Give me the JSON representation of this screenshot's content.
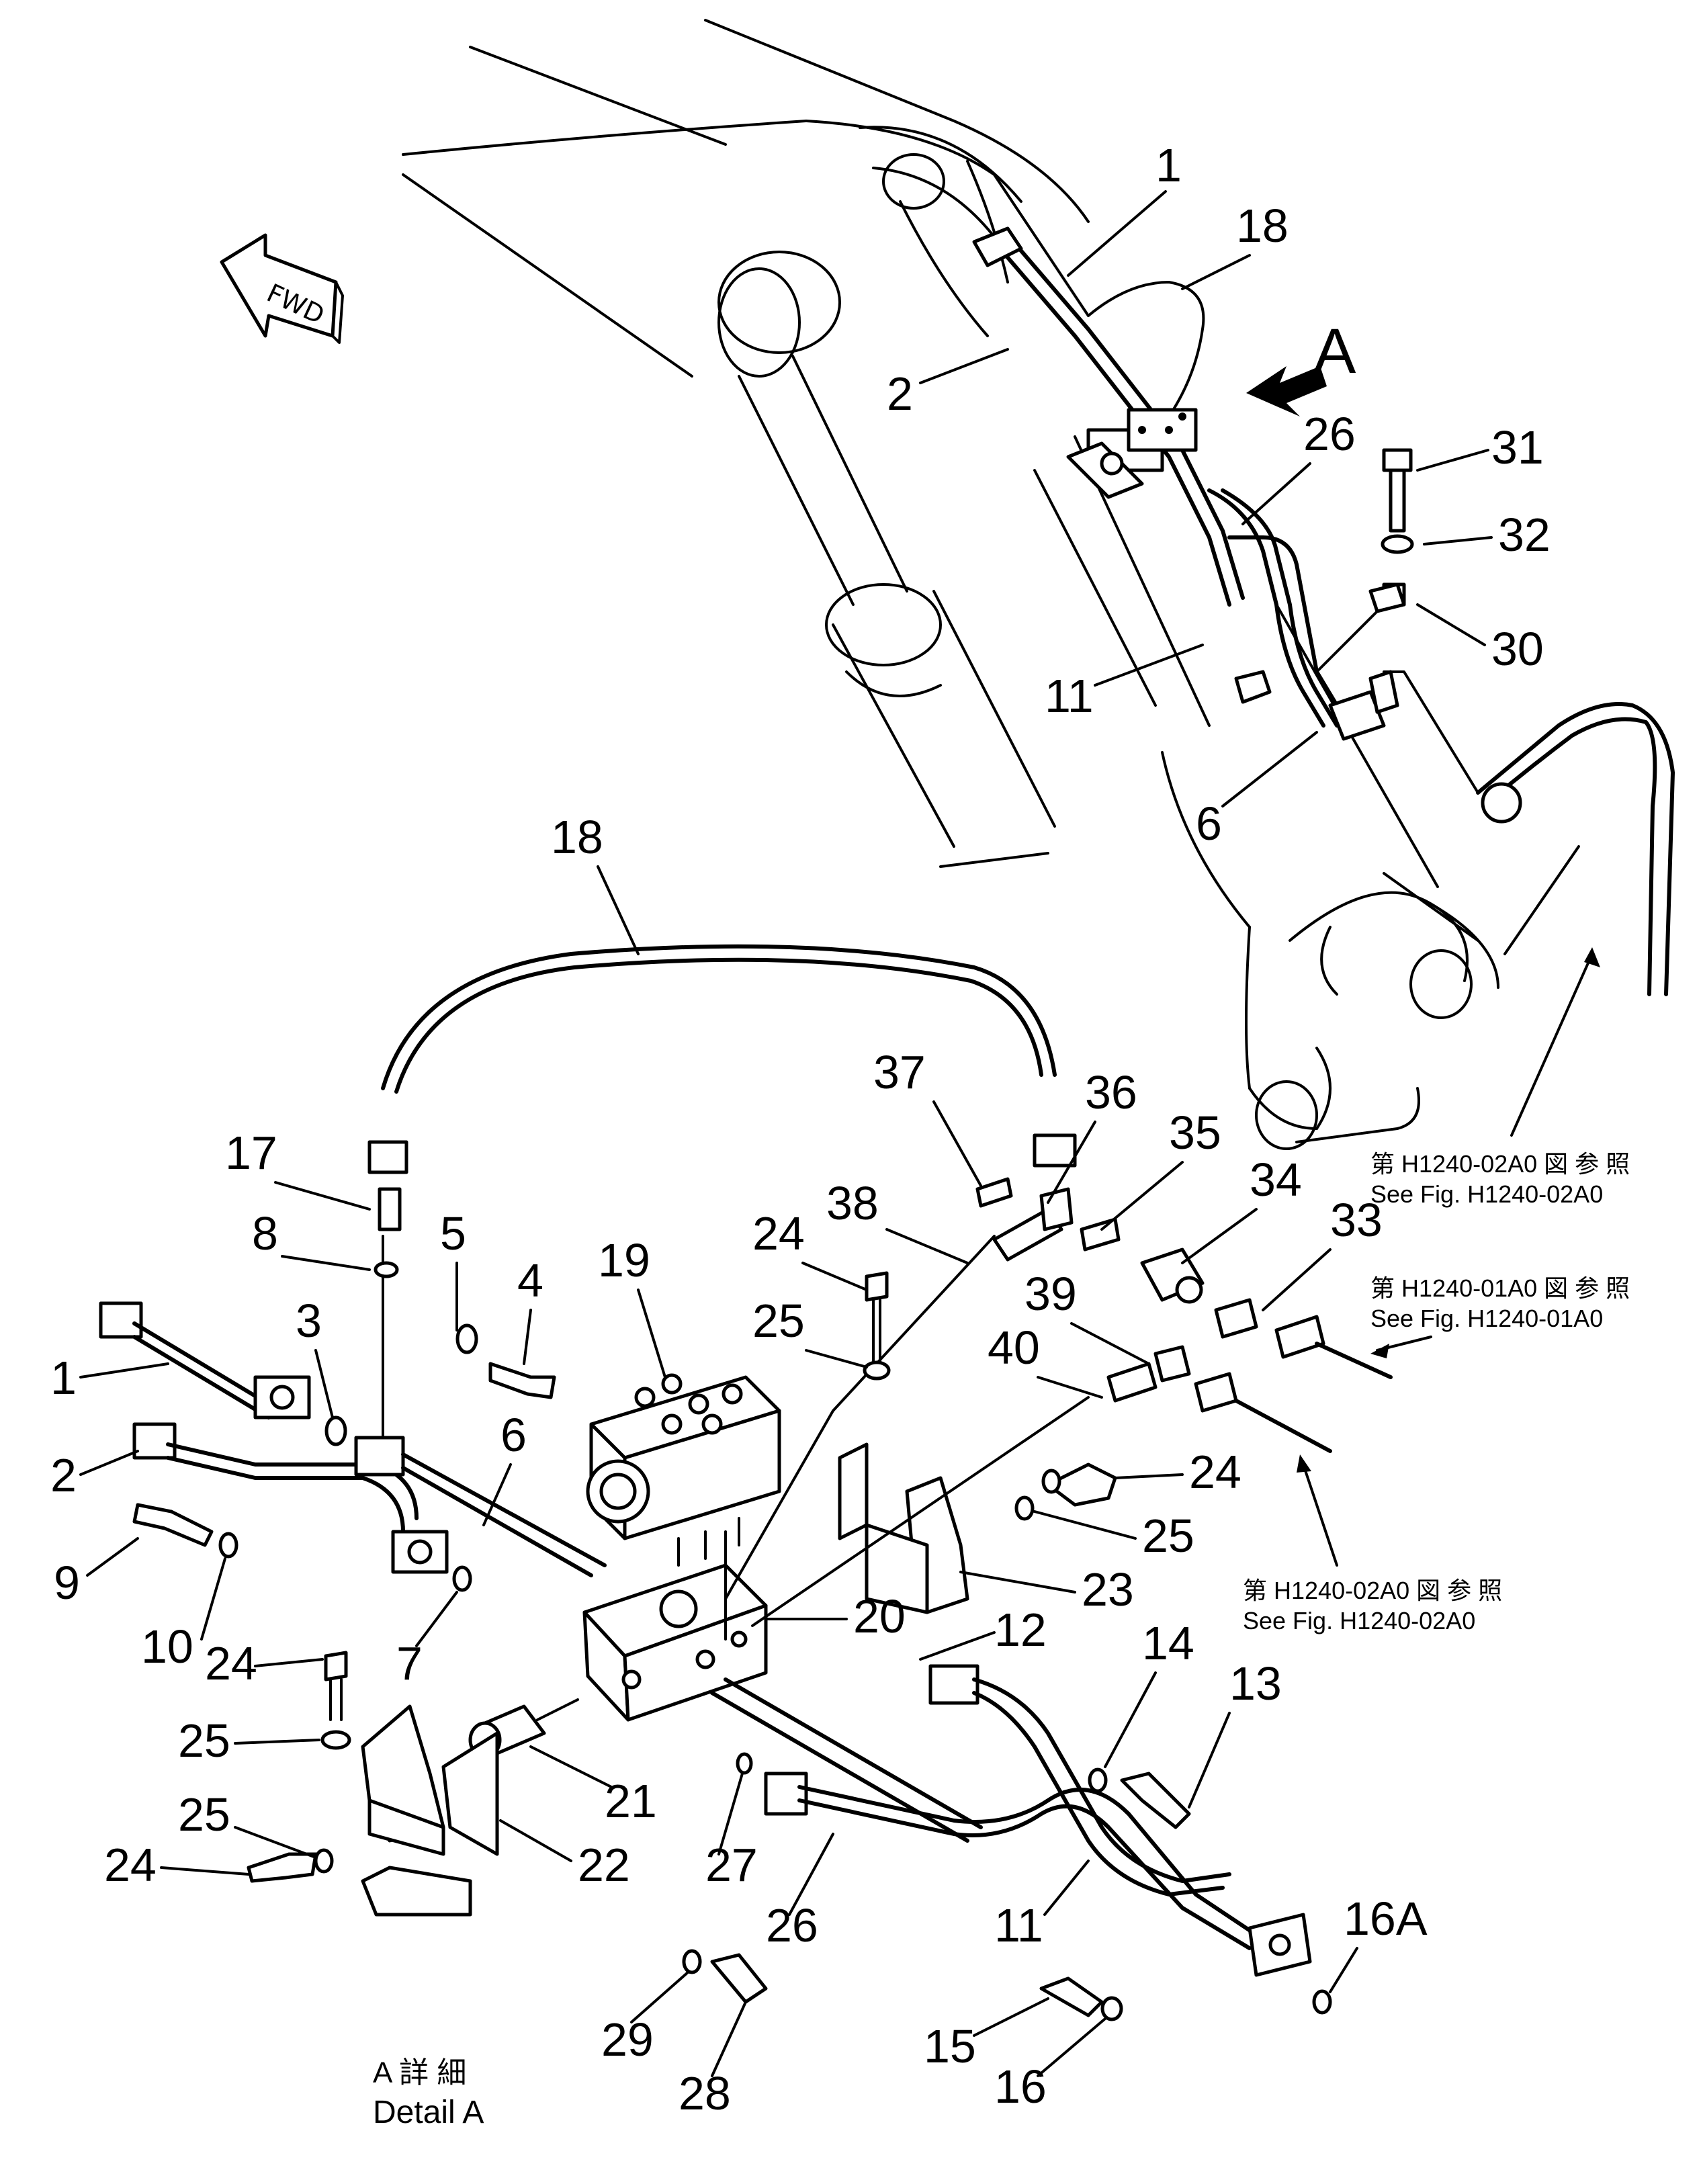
{
  "orientation": {
    "fwd_label": "FWD",
    "callout_letter": "A"
  },
  "detail_caption": {
    "jp": "A 詳 細",
    "en": "Detail A"
  },
  "references": [
    {
      "id": "ref-h1240-02a0-top",
      "jp": "第 H1240-02A0 図 参 照",
      "en": "See Fig. H1240-02A0"
    },
    {
      "id": "ref-h1240-01a0",
      "jp": "第 H1240-01A0 図 参 照",
      "en": "See Fig. H1240-01A0"
    },
    {
      "id": "ref-h1240-02a0-bottom",
      "jp": "第 H1240-02A0 図 参 照",
      "en": "See Fig. H1240-02A0"
    }
  ],
  "callouts": {
    "upper": [
      "1",
      "18",
      "2",
      "26",
      "31",
      "32",
      "30",
      "11",
      "6"
    ],
    "detail": [
      "18",
      "37",
      "36",
      "35",
      "34",
      "33",
      "17",
      "38",
      "24",
      "19",
      "8",
      "5",
      "4",
      "39",
      "25",
      "3",
      "40",
      "1",
      "6",
      "24",
      "2",
      "25",
      "9",
      "23",
      "10",
      "7",
      "20",
      "12",
      "14",
      "13",
      "24",
      "21",
      "25",
      "27",
      "25",
      "22",
      "24",
      "26",
      "11",
      "16A",
      "29",
      "28",
      "15",
      "16"
    ]
  }
}
